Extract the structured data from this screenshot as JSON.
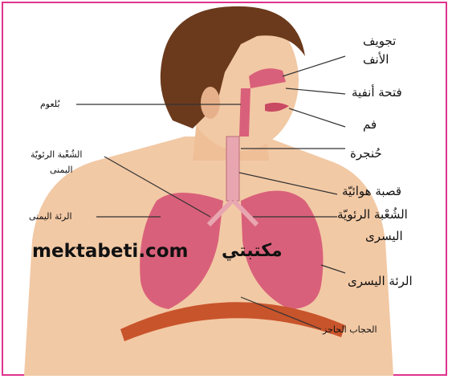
{
  "labels": {
    "nasal_cavity_1": "تجويف",
    "nasal_cavity_2": "الأنف",
    "nostril": "فتحة أنفية",
    "mouth": "فم",
    "larynx": "حُنجرة",
    "trachea": "قصبة هوائيّة",
    "left_bronchus_1": "الشُعْبة الرئويّة",
    "left_bronchus_2": "اليسرى",
    "left_lung": "الرئة اليسرى",
    "diaphragm": "الحجاب الحاجز",
    "pharynx": "بُلعوم",
    "right_bronchus_1": "الشُعْبة الرئويّة",
    "right_bronchus_2": "اليمنى",
    "right_lung": "الرئة اليمنى"
  },
  "watermark": {
    "arabic": "مكتبتي",
    "english": "mektabeti.com"
  },
  "colors": {
    "frame": "#e0338c",
    "hair": "#6b3a1c",
    "skin": "#f2c9a5",
    "lung": "#d9607a",
    "diaphragm": "#c8542b"
  }
}
